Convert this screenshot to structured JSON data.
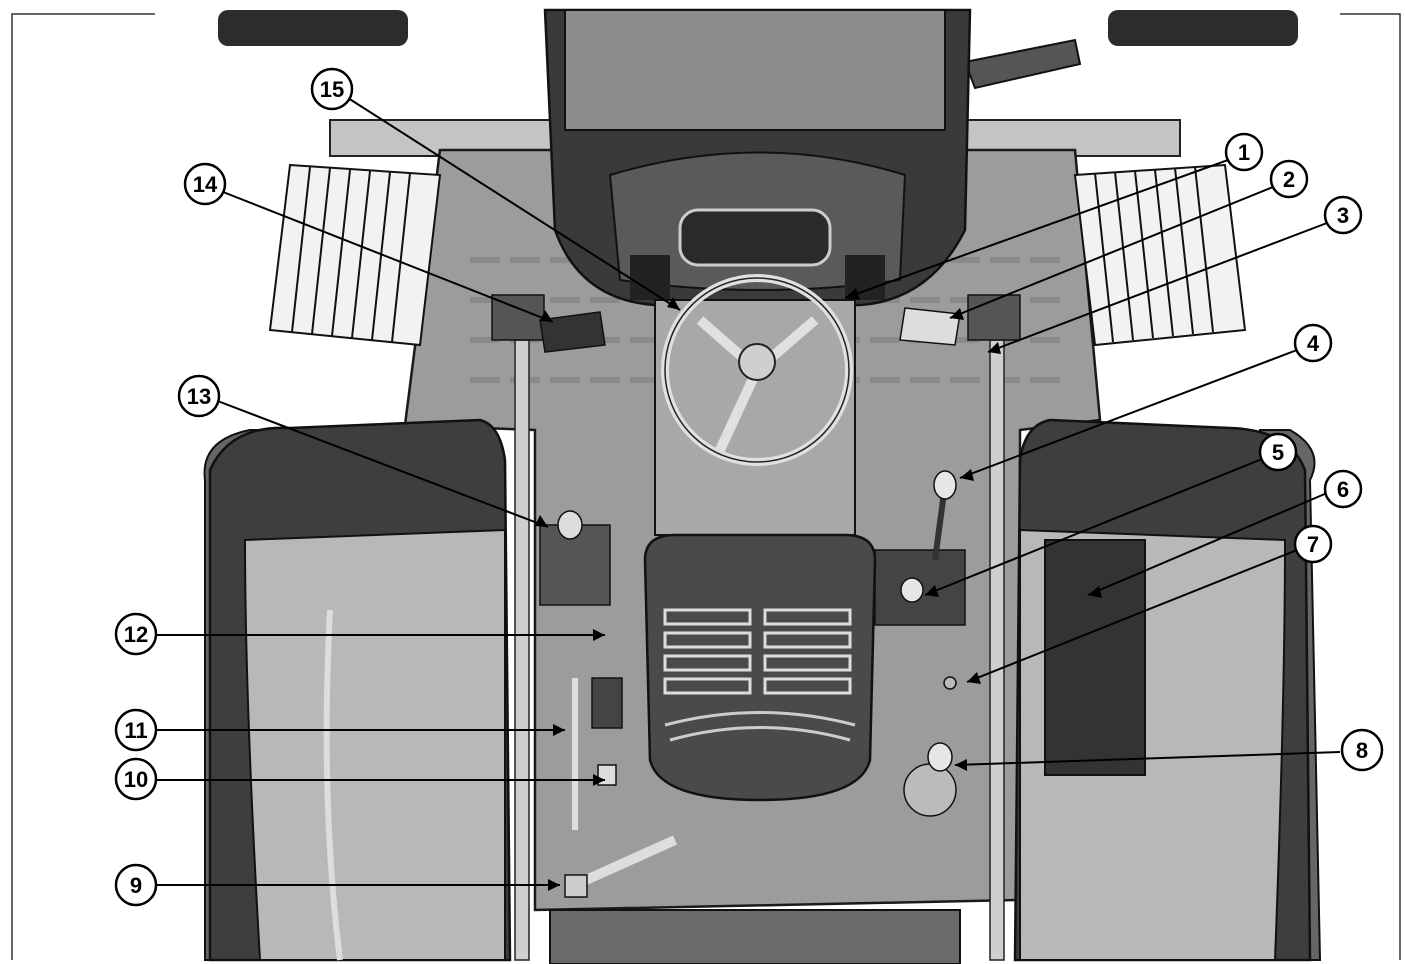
{
  "figure": {
    "subject": "tractor operator platform, top view",
    "colors": {
      "background": "#ffffff",
      "body": "#9a9a9a",
      "body_light": "#bcbcbc",
      "body_dark": "#3a3a3a",
      "outline": "#111111",
      "callout_fill": "#ffffff",
      "callout_stroke": "#000000"
    }
  },
  "callouts": [
    {
      "id": "1",
      "label": "1"
    },
    {
      "id": "2",
      "label": "2"
    },
    {
      "id": "3",
      "label": "3"
    },
    {
      "id": "4",
      "label": "4"
    },
    {
      "id": "5",
      "label": "5"
    },
    {
      "id": "6",
      "label": "6"
    },
    {
      "id": "7",
      "label": "7"
    },
    {
      "id": "8",
      "label": "8"
    },
    {
      "id": "9",
      "label": "9"
    },
    {
      "id": "10",
      "label": "10"
    },
    {
      "id": "11",
      "label": "11"
    },
    {
      "id": "12",
      "label": "12"
    },
    {
      "id": "13",
      "label": "13"
    },
    {
      "id": "14",
      "label": "14"
    },
    {
      "id": "15",
      "label": "15"
    }
  ]
}
